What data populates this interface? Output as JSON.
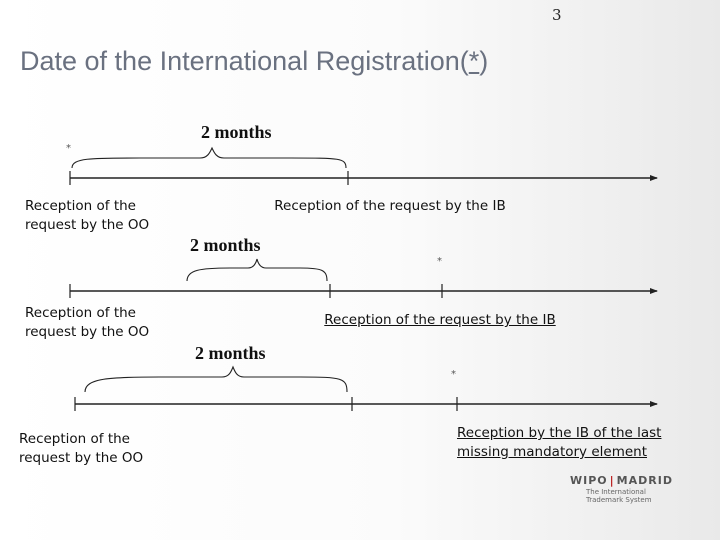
{
  "page_number": "3",
  "title": {
    "prefix": "Date of the International Registration(",
    "marker": "*",
    "suffix": ")"
  },
  "rows": [
    {
      "period_label": "2 months",
      "asterisk": "*",
      "origin_label": "Reception of the request by the OO",
      "ib_label": "Reception of the request by the IB"
    },
    {
      "period_label": "2 months",
      "asterisk": "*",
      "origin_label": "Reception of the request by the OO",
      "ib_label": "Reception of the request by the IB"
    },
    {
      "period_label": "2 months",
      "asterisk": "*",
      "origin_label": "Reception of the request by the OO",
      "ib_label": "Reception by the IB of the last missing mandatory element"
    }
  ],
  "logo": {
    "wipo": "WIPO",
    "separator": "|",
    "madrid": "MADRID",
    "tagline": "The International Trademark System"
  },
  "colors": {
    "title": "#6a7180",
    "line": "#222222",
    "logo_accent": "#b22222"
  }
}
